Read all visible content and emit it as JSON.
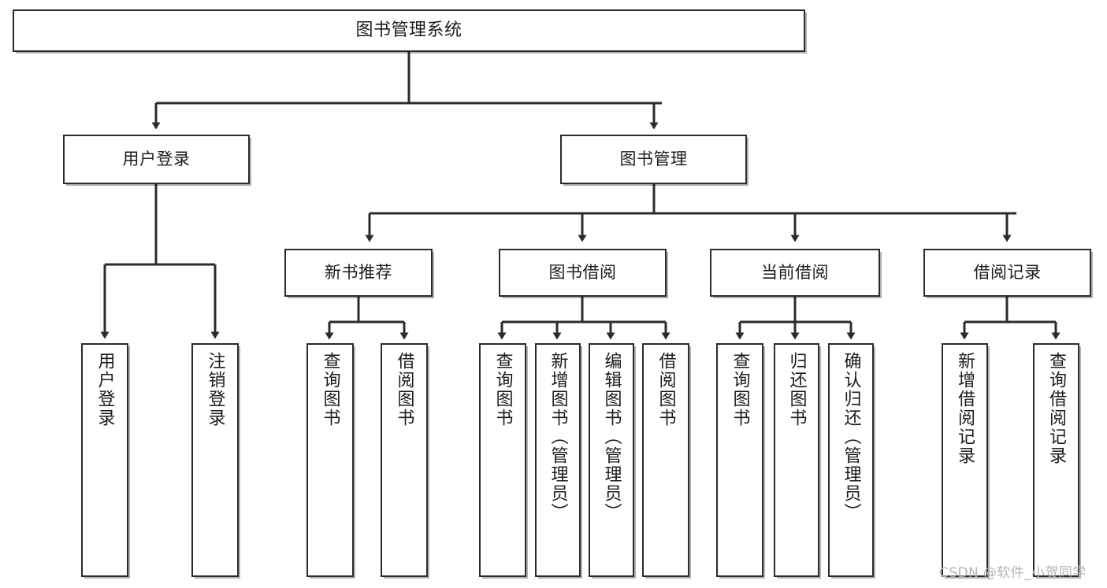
{
  "diagram": {
    "type": "tree",
    "title": "图书管理系统",
    "background_color": "#ffffff",
    "border_color": "#2b2b2b",
    "text_color": "#1c1c1c",
    "levels": {
      "root": {
        "label": "图书管理系统"
      },
      "level2": [
        {
          "label": "用户登录"
        },
        {
          "label": "图书管理"
        }
      ],
      "level3": [
        {
          "label": "新书推荐"
        },
        {
          "label": "图书借阅"
        },
        {
          "label": "当前借阅"
        },
        {
          "label": "借阅记录"
        }
      ],
      "leaves": [
        {
          "label": "用户登录",
          "parent": "用户登录"
        },
        {
          "label": "注销登录",
          "parent": "用户登录"
        },
        {
          "label": "查询图书",
          "parent": "新书推荐"
        },
        {
          "label": "借阅图书",
          "parent": "新书推荐"
        },
        {
          "label": "查询图书",
          "parent": "图书借阅"
        },
        {
          "label": "新增图书（管理员）",
          "parent": "图书借阅"
        },
        {
          "label": "编辑图书（管理员）",
          "parent": "图书借阅"
        },
        {
          "label": "借阅图书",
          "parent": "图书借阅"
        },
        {
          "label": "查询图书",
          "parent": "当前借阅"
        },
        {
          "label": "归还图书",
          "parent": "当前借阅"
        },
        {
          "label": "确认归还（管理员）",
          "parent": "当前借阅"
        },
        {
          "label": "新增借阅记录",
          "parent": "借阅记录"
        },
        {
          "label": "查询借阅记录",
          "parent": "借阅记录"
        }
      ]
    }
  },
  "watermark": {
    "text": "CSDN @软件_小贺同学"
  }
}
